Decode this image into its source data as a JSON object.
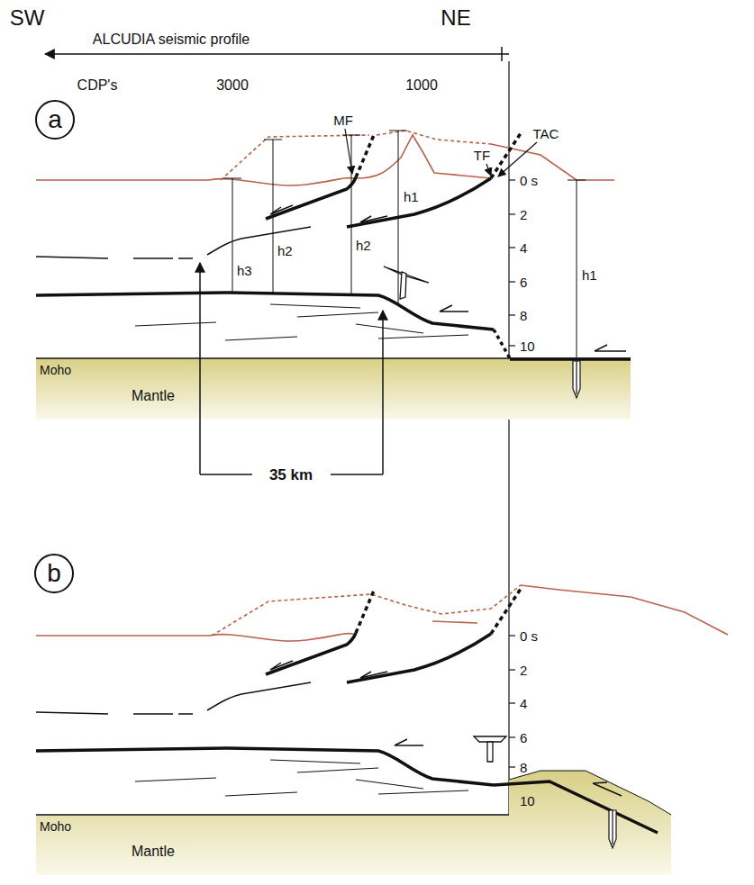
{
  "diagram": {
    "nodes": [
      {
        "text": [
          "a"
        ]
      },
      {
        "text": [
          "b"
        ]
      }
    ],
    "labels": [
      "SW",
      "NE",
      "ALCUDIA seismic profile",
      "CDP's",
      "3000",
      "1000",
      "MF",
      "TF",
      "TAC",
      "0 s",
      "2",
      "4",
      "6",
      "8",
      "10",
      "h3",
      "h2",
      "h2",
      "h1",
      "h1",
      "Moho",
      "Mantle",
      "35 km",
      "0 s",
      "2",
      "4",
      "6",
      "8",
      "10",
      "Moho",
      "Mantle"
    ]
  }
}
